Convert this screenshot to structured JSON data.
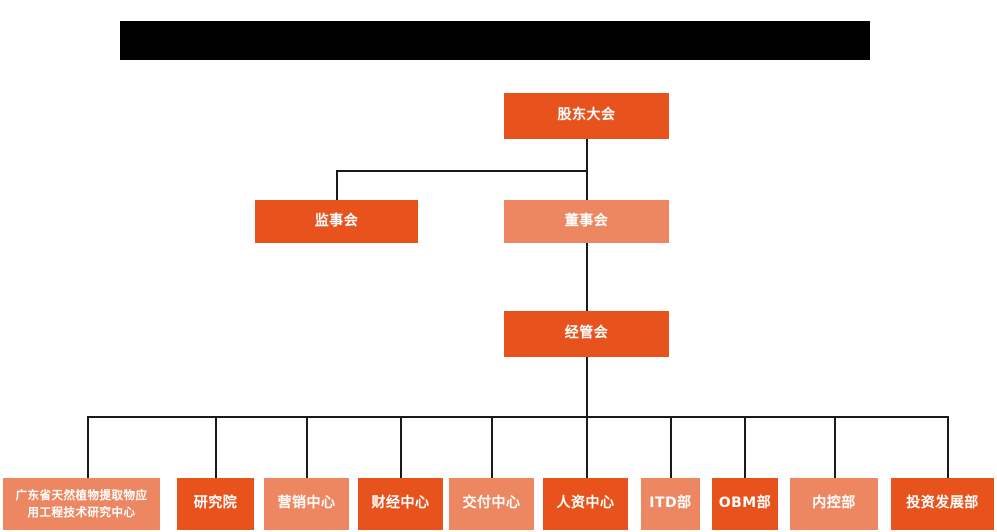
{
  "diagram": {
    "type": "organization-chart",
    "title_bar": {
      "redacted": true,
      "label": ""
    },
    "colors": {
      "accent_dark": "#E8531D",
      "accent_light": "#ED8762",
      "connector": "#1a1a1a",
      "background": "#ffffff",
      "text": "#ffffff"
    },
    "levels": [
      {
        "level": 1,
        "nodes": [
          {
            "id": "shareholders-meeting",
            "label": "股东大会",
            "tone": "dark"
          }
        ]
      },
      {
        "level": 2,
        "nodes": [
          {
            "id": "board-of-supervisors",
            "label": "监事会",
            "tone": "dark"
          },
          {
            "id": "board-of-directors",
            "label": "董事会",
            "tone": "light"
          }
        ]
      },
      {
        "level": 3,
        "nodes": [
          {
            "id": "management-committee",
            "label": "经管会",
            "tone": "dark"
          }
        ]
      }
    ],
    "departments": [
      {
        "id": "gd-research-center",
        "label": "广东省天然植物提取物应用工程技术研究中心",
        "line1": "广东省天然植物提取物应",
        "line2": "用工程技术研究中心",
        "tone": "light"
      },
      {
        "id": "research-institute",
        "label": "研究院",
        "tone": "dark"
      },
      {
        "id": "marketing-center",
        "label": "营销中心",
        "tone": "light"
      },
      {
        "id": "finance-center",
        "label": "财经中心",
        "tone": "dark"
      },
      {
        "id": "delivery-center",
        "label": "交付中心",
        "tone": "light"
      },
      {
        "id": "hr-center",
        "label": "人资中心",
        "tone": "dark"
      },
      {
        "id": "itd-department",
        "label": "ITD部",
        "tone": "light"
      },
      {
        "id": "obm-department",
        "label": "OBM部",
        "tone": "dark"
      },
      {
        "id": "internal-control-department",
        "label": "内控部",
        "tone": "light"
      },
      {
        "id": "investment-development-department",
        "label": "投资发展部",
        "tone": "dark"
      }
    ]
  }
}
